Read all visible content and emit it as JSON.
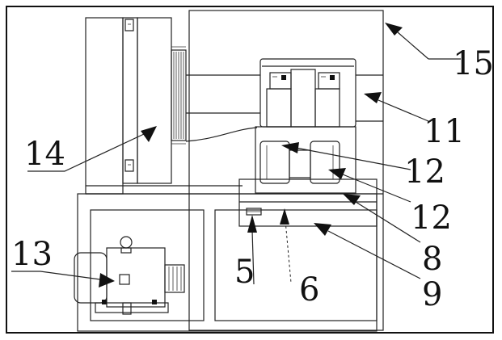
{
  "callouts": [
    {
      "id": "15",
      "label": "15"
    },
    {
      "id": "11",
      "label": "11"
    },
    {
      "id": "12a",
      "label": "12"
    },
    {
      "id": "12b",
      "label": "12"
    },
    {
      "id": "8",
      "label": "8"
    },
    {
      "id": "9",
      "label": "9"
    },
    {
      "id": "14",
      "label": "14"
    },
    {
      "id": "13",
      "label": "13"
    },
    {
      "id": "5",
      "label": "5"
    },
    {
      "id": "6",
      "label": "6"
    }
  ]
}
